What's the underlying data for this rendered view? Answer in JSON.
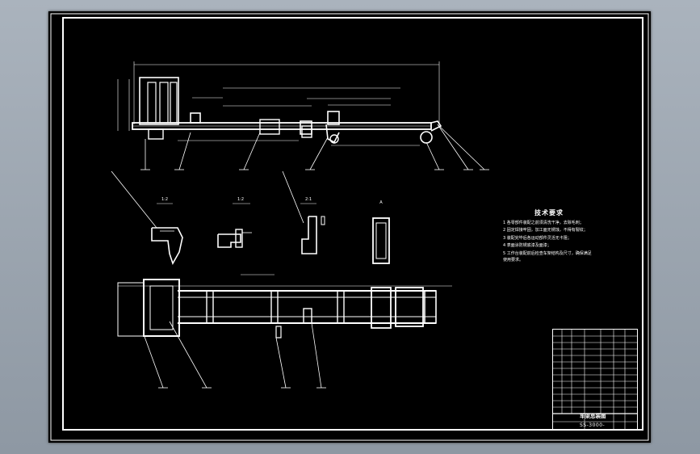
{
  "window": {
    "title": "CAD drawing preview"
  },
  "drawing": {
    "section_labels": [
      "1:2",
      "1:2",
      "2:1",
      "A"
    ],
    "tech_requirements": {
      "heading": "技术要求",
      "items": [
        "1 各零部件装配之前须清洗干净，去除毛刺；",
        "2 固定焊接牢固，加工面无锈蚀，不得有裂纹；",
        "3 装配完毕后各运动部件灵活无卡阻；",
        "4 表面涂防锈底漆及面漆；",
        "5 工作台装配前后检查车架结构及尺寸，确保满足使用要求。"
      ]
    },
    "title_block": {
      "drawing_title": "车架总装图",
      "drawing_code": "SS-3000-"
    }
  }
}
